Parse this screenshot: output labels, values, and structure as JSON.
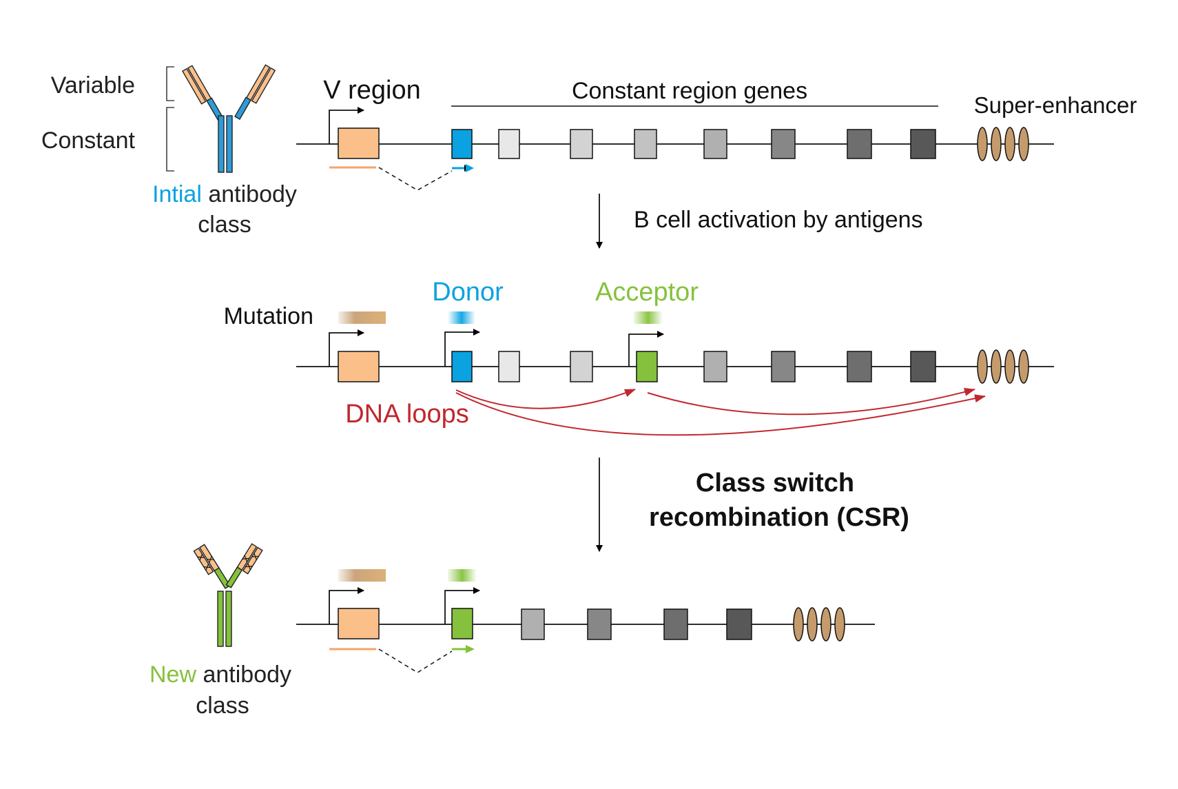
{
  "labels": {
    "variable": "Variable",
    "constant": "Constant",
    "v_region": "V region",
    "constant_region_genes": "Constant region genes",
    "super_enhancer": "Super-enhancer",
    "initial_word": "Intial",
    "antibody_word": " antibody",
    "class_word": "class",
    "step1": "B cell activation by antigens",
    "mutation": "Mutation",
    "donor": "Donor",
    "acceptor": "Acceptor",
    "dna_loops": "DNA loops",
    "csr_line1": "Class switch",
    "csr_line2": "recombination (CSR)",
    "new_word": "New"
  },
  "colors": {
    "v_region": "#fbc08a",
    "donor": "#0aa2e0",
    "acceptor": "#85c13c",
    "enhancer": "#c59b6c",
    "loops": "#c1272d",
    "constant_shades_row1": [
      "#e8e8e8",
      "#d3d3d3",
      "#c2c2c2",
      "#b0b0b0",
      "#878787",
      "#6e6e6e",
      "#585858"
    ],
    "constant_shades_row3": [
      "#b0b0b0",
      "#878787",
      "#6e6e6e",
      "#585858"
    ]
  },
  "icons": [
    "antibody-initial-icon",
    "antibody-new-icon",
    "promoter-arrow-icon",
    "super-enhancer-icon"
  ]
}
